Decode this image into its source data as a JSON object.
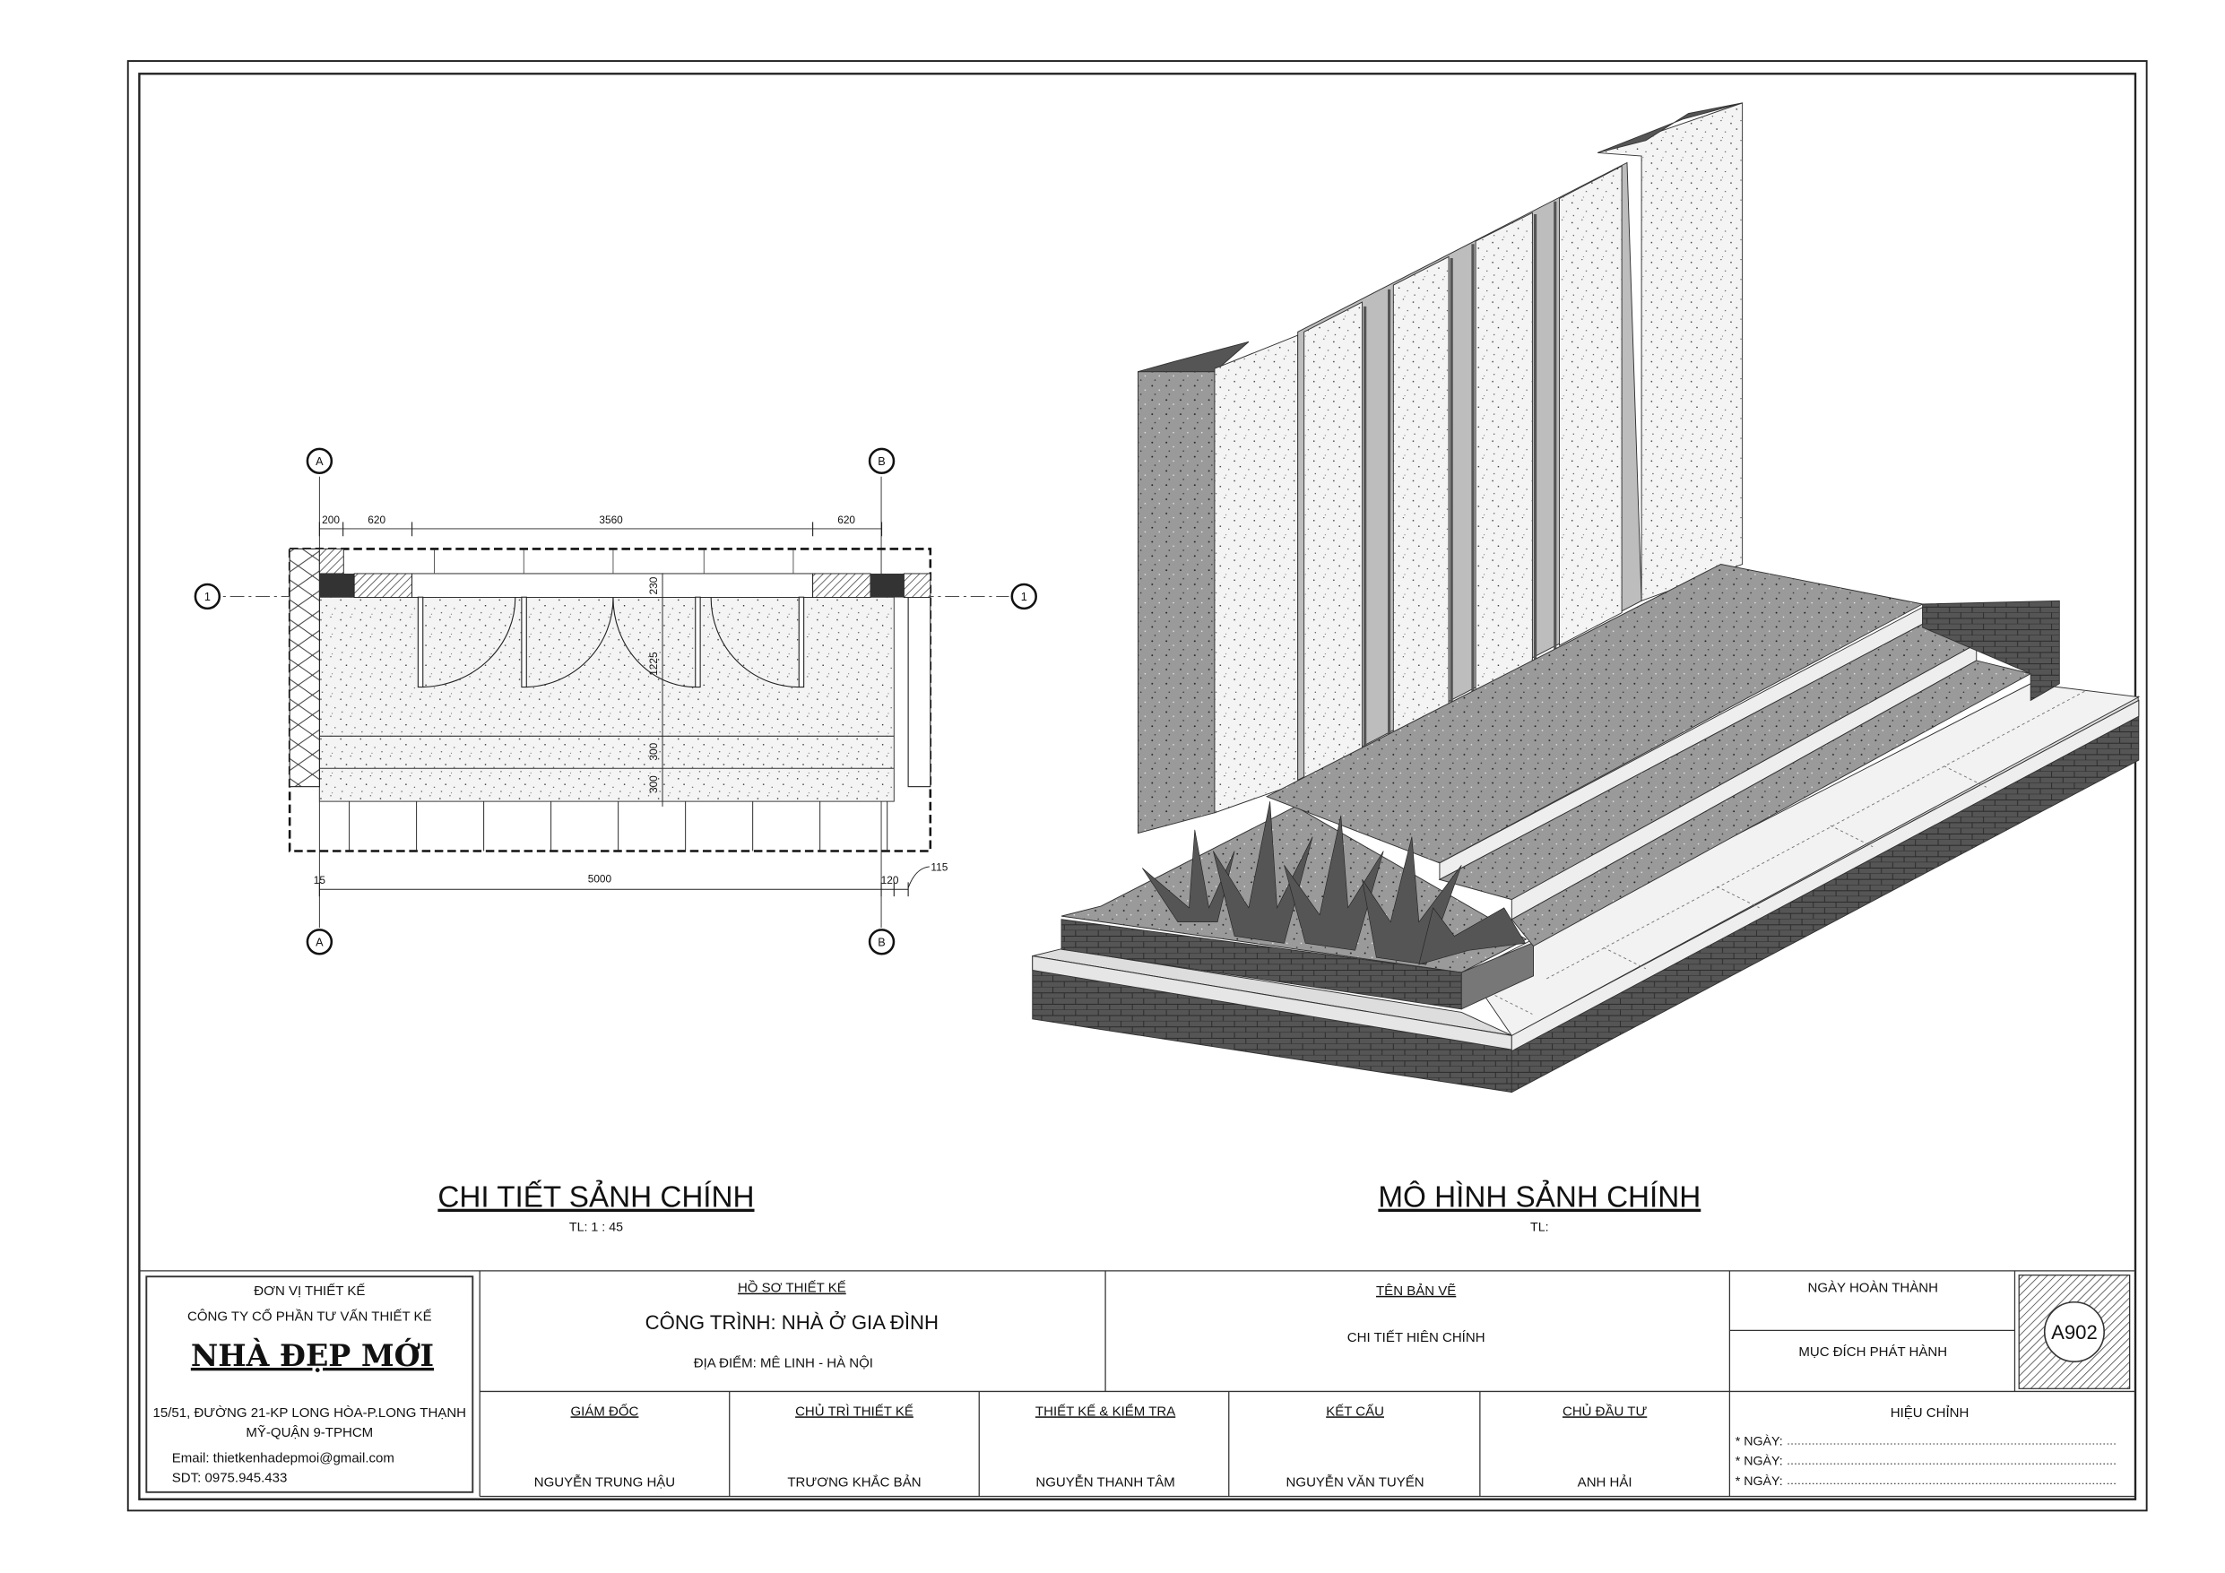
{
  "plan": {
    "title": "CHI TIẾT SẢNH CHÍNH",
    "scale": "TL: 1 : 45",
    "grid": {
      "a": "A",
      "b": "B",
      "one": "1"
    },
    "dims_top": [
      "200",
      "620",
      "3560",
      "620"
    ],
    "dims_vertical": [
      "230",
      "1225",
      "300",
      "300"
    ],
    "dims_bottom": [
      "15",
      "5000",
      "120",
      "115"
    ]
  },
  "model": {
    "title": "MÔ HÌNH SẢNH CHÍNH",
    "scale": "TL:"
  },
  "titleblock": {
    "company": {
      "label": "ĐƠN VỊ THIẾT KẾ",
      "name": "CÔNG TY CỔ PHẦN TƯ VẤN THIẾT KẾ",
      "logo": "NHÀ ĐẸP MỚI",
      "address1": "15/51, ĐƯỜNG 21-KP LONG HÒA-P.LONG THẠNH",
      "address2": "MỸ-QUẬN 9-TPHCM",
      "email": "Email: thietkenhadepmoi@gmail.com",
      "phone": "SDT: 0975.945.433"
    },
    "project": {
      "label": "HỒ SƠ THIẾT KẾ",
      "name": "CÔNG TRÌNH: NHÀ Ở GIA ĐÌNH",
      "location": "ĐỊA ĐIỂM: MÊ LINH -  HÀ NỘI"
    },
    "drawing": {
      "label": "TÊN BẢN VẼ",
      "name": "CHI TIẾT HIÊN CHÍNH"
    },
    "completion_label": "NGÀY HOÀN THÀNH",
    "purpose_label": "MỤC ĐÍCH PHÁT HÀNH",
    "sheet_number": "A902",
    "roles": [
      {
        "title": "GIÁM ĐỐC",
        "name": "NGUYỄN TRUNG HẬU"
      },
      {
        "title": "CHỦ TRÌ THIẾT KẾ",
        "name": "TRƯƠNG KHẮC BẢN"
      },
      {
        "title": "THIẾT KẾ & KIỂM TRA",
        "name": "NGUYỄN THANH TÂM"
      },
      {
        "title": "KẾT CẤU",
        "name": "NGUYỄN VĂN TUYẾN"
      },
      {
        "title": "CHỦ ĐẦU TƯ",
        "name": "ANH HẢI"
      }
    ],
    "revision": {
      "label": "HIỆU CHỈNH",
      "dates": [
        "* NGÀY: ",
        "* NGÀY: ",
        "* NGÀY: "
      ]
    }
  }
}
